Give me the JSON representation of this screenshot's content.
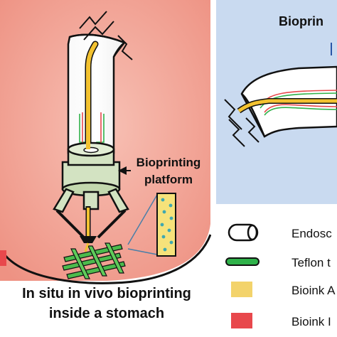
{
  "left_panel": {
    "callout_line1": "Bioprinting",
    "callout_line2": "platform",
    "caption_line1": "In situ in vivo bioprinting",
    "caption_line2": "inside a stomach"
  },
  "right_panel": {
    "title": "Bioprin"
  },
  "legend": {
    "items": [
      {
        "label": "Endosc",
        "icon": "endoscope-icon"
      },
      {
        "label": "Teflon t",
        "icon": "teflon-tube-icon"
      },
      {
        "label": "Bioink A",
        "icon": "bioink-a-swatch",
        "color": "#f3d36b"
      },
      {
        "label": "Bioink I",
        "icon": "bioink-b-swatch",
        "color": "#e8484c"
      }
    ]
  },
  "colors": {
    "stomach_fill": "#f2a89a",
    "right_panel_bg": "#c9daf0",
    "platform_green": "#d3e3c2",
    "bioink_yellow": "#f3c230",
    "teflon_green": "#2fb24a",
    "bioink_red": "#e8484c"
  }
}
